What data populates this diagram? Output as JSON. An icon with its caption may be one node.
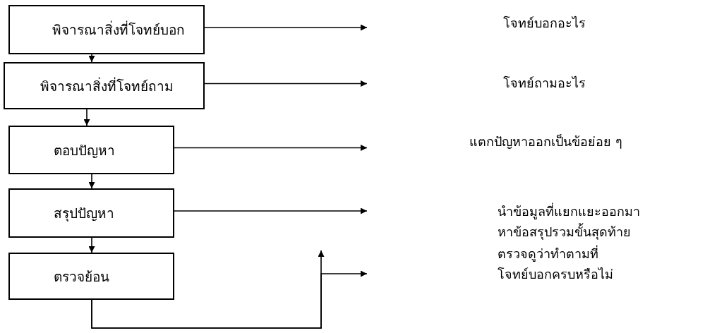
{
  "diagram": {
    "nodes": [
      {
        "text": [
          "พิจารณาสิ่งที่โจทย์บอก"
        ]
      },
      {
        "text": [
          "พิจารณาสิ่งที่โจทย์ถาม"
        ]
      },
      {
        "text": [
          "ตอบปัญหา"
        ]
      },
      {
        "text": [
          "สรุปปัญหา"
        ]
      },
      {
        "text": [
          "ตรวจย้อน"
        ]
      }
    ],
    "edges": [
      {
        "from": 0,
        "to": 1,
        "arrow": "to"
      },
      {
        "from": 1,
        "to": 2,
        "arrow": "to"
      },
      {
        "from": 2,
        "to": 3,
        "arrow": "to"
      },
      {
        "from": 3,
        "to": 4,
        "arrow": "to"
      },
      {
        "from": 0,
        "to": null,
        "arrow": "to"
      },
      {
        "from": 1,
        "to": null,
        "arrow": "to"
      },
      {
        "from": 2,
        "to": null,
        "arrow": "to"
      },
      {
        "from": 3,
        "to": null,
        "arrow": "to"
      },
      {
        "from": 4,
        "to": null,
        "arrow": "to"
      },
      {
        "from": 4,
        "to": null,
        "arrow": "to"
      }
    ],
    "labels": [
      "โจทย์บอกอะไร",
      "โจทย์ถามอะไร",
      "แตกปัญหาออกเป็นข้อย่อย ๆ",
      "นำข้อมูลที่แยกแยะออกมา หาข้อสรุปรวมขั้นสุดท้าย",
      "ตรวจดูว่าทำตามที่ โจทย์บอกครบหรือไม่"
    ]
  }
}
